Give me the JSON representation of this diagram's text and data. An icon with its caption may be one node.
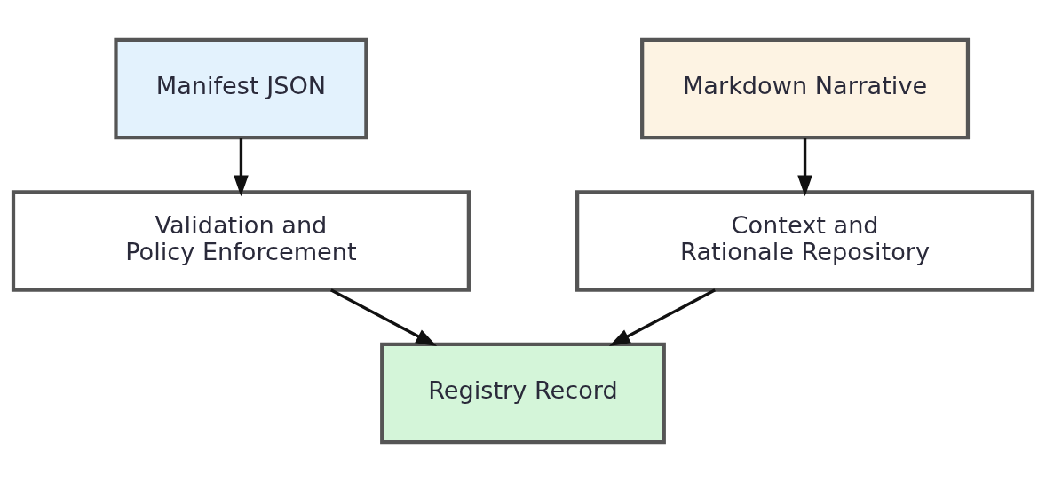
{
  "diagram": {
    "nodes": [
      {
        "text": [
          "Manifest JSON"
        ]
      },
      {
        "text": [
          "Markdown Narrative"
        ]
      },
      {
        "text": [
          "Validation and Policy Enforcement"
        ]
      },
      {
        "text": [
          "Context and Rationale Repository"
        ]
      },
      {
        "text": [
          "Registry Record"
        ]
      }
    ],
    "edges": [
      {
        "from": 0,
        "to": 2,
        "arrow": "to"
      },
      {
        "from": 1,
        "to": 3,
        "arrow": "to"
      },
      {
        "from": 2,
        "to": 4,
        "arrow": "to"
      },
      {
        "from": 3,
        "to": 4,
        "arrow": "to"
      }
    ]
  }
}
